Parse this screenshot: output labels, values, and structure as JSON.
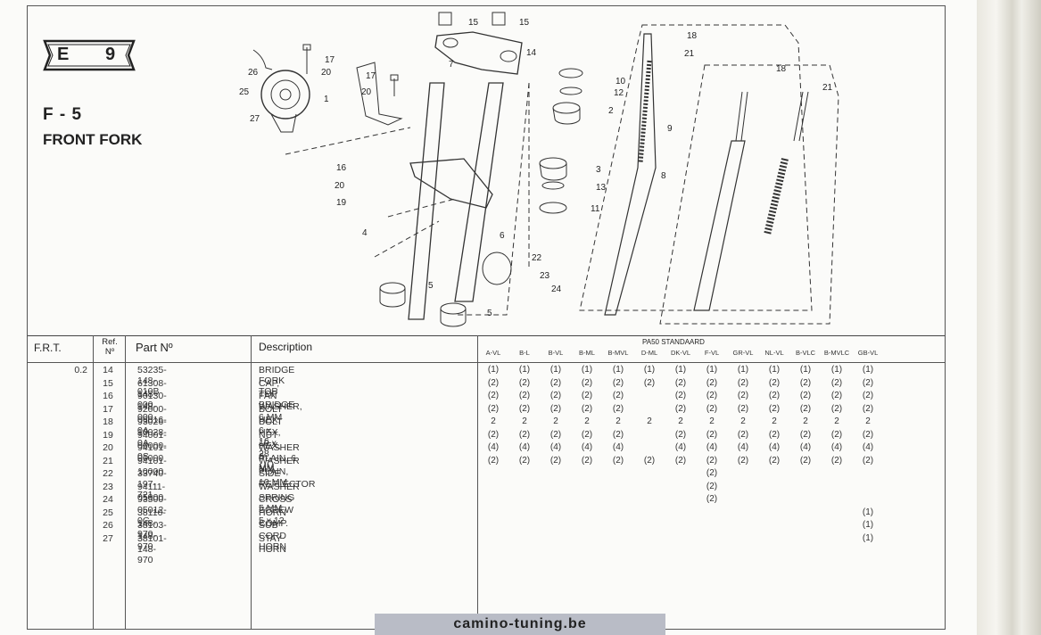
{
  "section": {
    "letter": "E",
    "number": "9",
    "code": "F - 5",
    "title": "FRONT FORK"
  },
  "columns": {
    "frt": "F.R.T.",
    "ref": "Ref. Nº",
    "part": "Part Nº",
    "desc": "Description",
    "standard": "PA50 STANDAARD"
  },
  "variants": [
    "A-VL",
    "B-L",
    "B-VL",
    "B-ML",
    "B-MVL",
    "D-ML",
    "DK-VL",
    "F-VL",
    "GR-VL",
    "NL-VL",
    "B-VLC",
    "B-MVLC",
    "GB-VL"
  ],
  "parts": [
    {
      "frt": "0.2",
      "ref": "14",
      "part": "53235-148-010B",
      "desc": "BRIDGE FORK TOP",
      "qty": [
        "(1)",
        "(1)",
        "(1)",
        "(1)",
        "(1)",
        "(1)",
        "(1)",
        "(1)",
        "(1)",
        "(1)",
        "(1)",
        "(1)",
        "(1)"
      ]
    },
    {
      "frt": "",
      "ref": "15",
      "part": "61308-148-000",
      "desc": "CAP, TOP BRIDGE",
      "qty": [
        "(2)",
        "(2)",
        "(2)",
        "(2)",
        "(2)",
        "(2)",
        "(2)",
        "(2)",
        "(2)",
        "(2)",
        "(2)",
        "(2)",
        "(2)"
      ]
    },
    {
      "frt": "",
      "ref": "16",
      "part": "90130-148-000",
      "desc": "FAN WASHER, 6 MM",
      "qty": [
        "(2)",
        "(2)",
        "(2)",
        "(2)",
        "(2)",
        "",
        "(2)",
        "(2)",
        "(2)",
        "(2)",
        "(2)",
        "(2)",
        "(2)"
      ]
    },
    {
      "frt": "",
      "ref": "17",
      "part": "92000-06016-0A",
      "desc": "BOLT HEX, 6 x 16",
      "qty": [
        "(2)",
        "(2)",
        "(2)",
        "(2)",
        "(2)",
        "",
        "(2)",
        "(2)",
        "(2)",
        "(2)",
        "(2)",
        "(2)",
        "(2)"
      ]
    },
    {
      "frt": "",
      "ref": "18",
      "part": "93026-10028-0A",
      "desc": "BOLT HEX, 10 x 28",
      "qty": [
        "2",
        "2",
        "2",
        "2",
        "2",
        "2",
        "2",
        "2",
        "2",
        "2",
        "2",
        "2",
        "2"
      ]
    },
    {
      "frt": "",
      "ref": "19",
      "part": "94001-06000-0S",
      "desc": "NUT HEX, 6 MM",
      "qty": [
        "(2)",
        "(2)",
        "(2)",
        "(2)",
        "(2)",
        "",
        "(2)",
        "(2)",
        "(2)",
        "(2)",
        "(2)",
        "(2)",
        "(2)"
      ]
    },
    {
      "frt": "",
      "ref": "20",
      "part": "94101-06000",
      "desc": "WASHER PLAIN, 6 MM",
      "qty": [
        "(4)",
        "(4)",
        "(4)",
        "(4)",
        "(4)",
        "",
        "(4)",
        "(4)",
        "(4)",
        "(4)",
        "(4)",
        "(4)",
        "(4)"
      ]
    },
    {
      "frt": "",
      "ref": "21",
      "part": "94101-10000",
      "desc": "WASHER PLAIN, 10 MM",
      "qty": [
        "(2)",
        "(2)",
        "(2)",
        "(2)",
        "(2)",
        "(2)",
        "(2)",
        "(2)",
        "(2)",
        "(2)",
        "(2)",
        "(2)",
        "(2)"
      ]
    },
    {
      "frt": "",
      "ref": "22",
      "part": "33740-197-721",
      "desc": "SIDE REFLECTOR",
      "qty": [
        "",
        "",
        "",
        "",
        "",
        "",
        "",
        "(2)",
        "",
        "",
        "",
        "",
        ""
      ]
    },
    {
      "frt": "",
      "ref": "23",
      "part": "94111-05000",
      "desc": "WASHER SPRING 5 MM",
      "qty": [
        "",
        "",
        "",
        "",
        "",
        "",
        "",
        "(2)",
        "",
        "",
        "",
        "",
        ""
      ]
    },
    {
      "frt": "",
      "ref": "24",
      "part": "93500-05012-0G",
      "desc": "CROSS SCREW 5 x 12",
      "qty": [
        "",
        "",
        "",
        "",
        "",
        "",
        "",
        "(2)",
        "",
        "",
        "",
        "",
        ""
      ]
    },
    {
      "frt": "",
      "ref": "25",
      "part": "38110-148-970",
      "desc": "HORN COMP.",
      "qty": [
        "",
        "",
        "",
        "",
        "",
        "",
        "",
        "",
        "",
        "",
        "",
        "",
        "(1)"
      ]
    },
    {
      "frt": "",
      "ref": "26",
      "part": "38103-148-970",
      "desc": "SUB CORD HORN",
      "qty": [
        "",
        "",
        "",
        "",
        "",
        "",
        "",
        "",
        "",
        "",
        "",
        "",
        "(1)"
      ]
    },
    {
      "frt": "",
      "ref": "27",
      "part": "38101-148-970",
      "desc": "STAY HORN",
      "qty": [
        "",
        "",
        "",
        "",
        "",
        "",
        "",
        "",
        "",
        "",
        "",
        "",
        "(1)"
      ]
    }
  ],
  "callouts": [
    "15",
    "15",
    "14",
    "17",
    "20",
    "26",
    "25",
    "27",
    "17",
    "20",
    "1",
    "7",
    "10",
    "12",
    "2",
    "3",
    "13",
    "11",
    "16",
    "20",
    "19",
    "4",
    "6",
    "22",
    "23",
    "24",
    "5",
    "5",
    "18",
    "21",
    "9",
    "8",
    "18",
    "21"
  ],
  "watermark": "camino-tuning.be"
}
